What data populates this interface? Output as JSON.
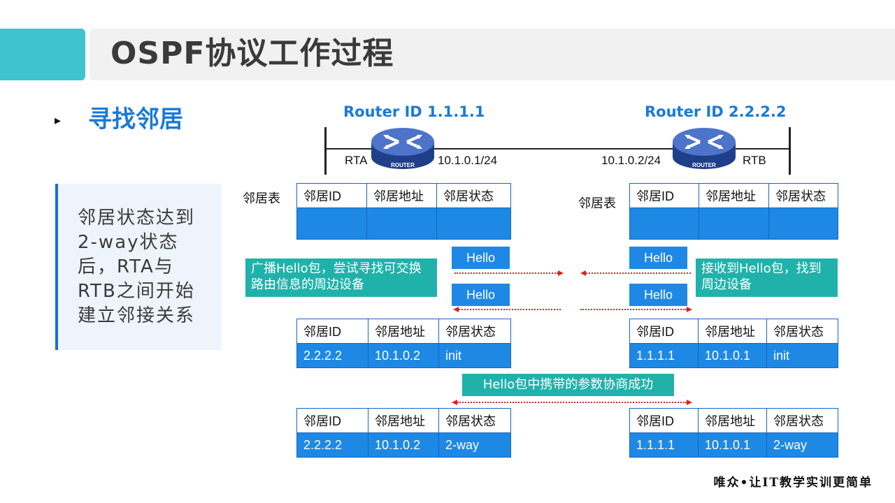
{
  "header": {
    "title": "OSPF协议工作过程"
  },
  "section": {
    "bullet": "▸",
    "title": "寻找邻居"
  },
  "note": {
    "text": "邻居状态达到2-way状态后，RTA与RTB之间开始建立邻接关系"
  },
  "routers": {
    "a": {
      "router_id": "Router ID 1.1.1.1",
      "name": "RTA",
      "ip": "10.1.0.1/24",
      "icon_text": "ROUTER"
    },
    "b": {
      "router_id": "Router ID 2.2.2.2",
      "name": "RTB",
      "ip": "10.1.0.2/24",
      "icon_text": "ROUTER"
    }
  },
  "table_label": "邻居表",
  "table_headers": [
    "邻居ID",
    "邻居地址",
    "邻居状态"
  ],
  "tables": {
    "left_init": [
      "2.2.2.2",
      "10.1.0.2",
      "init"
    ],
    "right_init": [
      "1.1.1.1",
      "10.1.0.1",
      "init"
    ],
    "left_2way": [
      "2.2.2.2",
      "10.1.0.2",
      "2-way"
    ],
    "right_2way": [
      "1.1.1.1",
      "10.1.0.1",
      "2-way"
    ]
  },
  "hello_label": "Hello",
  "callouts": {
    "left": "广播Hello包，尝试寻找可交换路由信息的周边设备",
    "right": "接收到Hello包，找到周边设备",
    "middle": "Hello包中携带的参数协商成功"
  },
  "footer": "唯众•让IT教学实训更简单",
  "colors": {
    "accent": "#3fc3cc",
    "blue": "#1e88e5",
    "title_blue": "#1a7ad8",
    "teal": "#20b2aa",
    "arrow": "#e02020"
  }
}
